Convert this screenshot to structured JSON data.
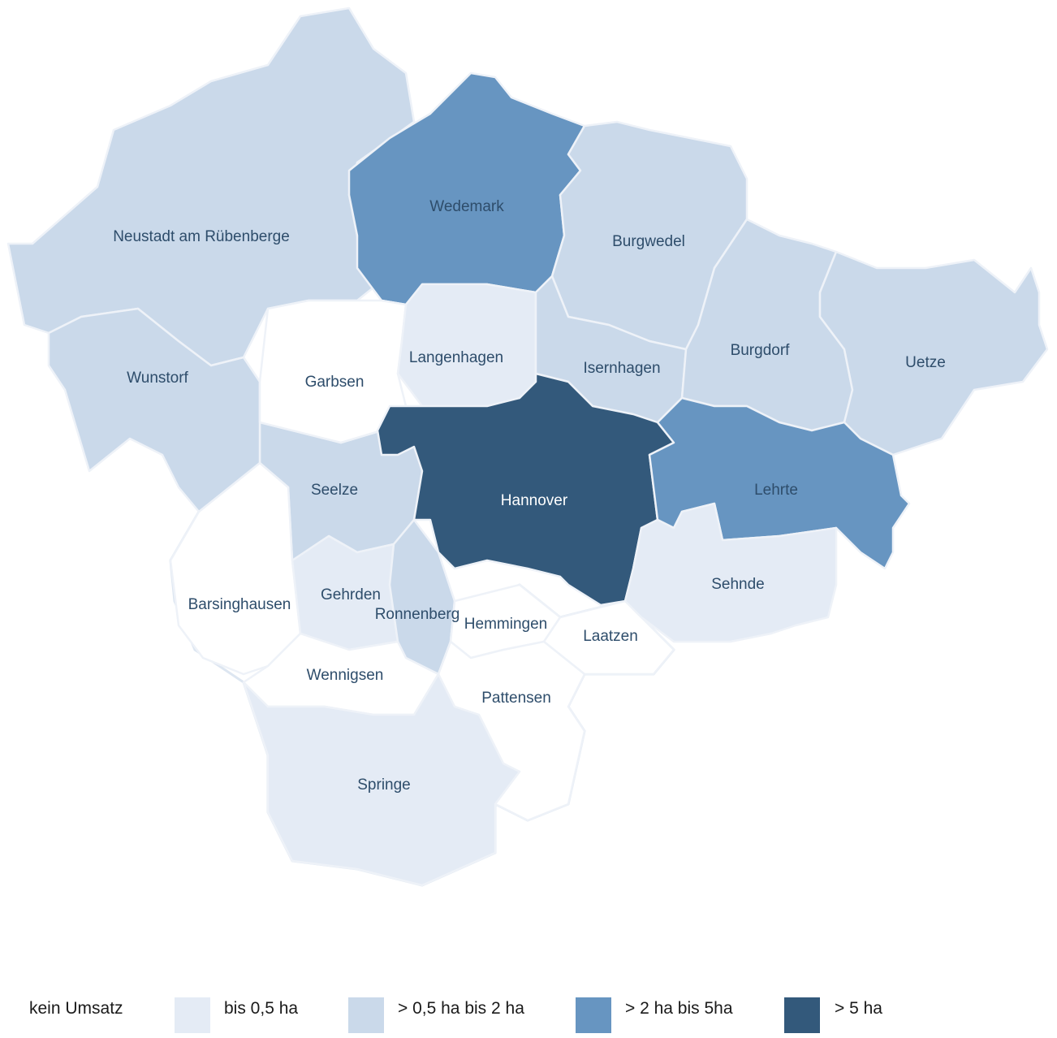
{
  "colors": {
    "kein": "#ffffff",
    "c1": "#e4ebf5",
    "c2": "#cad9ea",
    "c3": "#6795c1",
    "c4": "#33597b",
    "border": "#eef2f8",
    "label_dark": "#2e4d6b",
    "label_light": "#ffffff"
  },
  "regions": [
    {
      "name": "Neustadt am Rübenberge",
      "class": "c2"
    },
    {
      "name": "Wedemark",
      "class": "c3"
    },
    {
      "name": "Burgwedel",
      "class": "c2"
    },
    {
      "name": "Wunstorf",
      "class": "c2"
    },
    {
      "name": "Garbsen",
      "class": "kein"
    },
    {
      "name": "Langenhagen",
      "class": "c1"
    },
    {
      "name": "Isernhagen",
      "class": "c2"
    },
    {
      "name": "Burgdorf",
      "class": "c2"
    },
    {
      "name": "Uetze",
      "class": "c2"
    },
    {
      "name": "Hannover",
      "class": "c4"
    },
    {
      "name": "Lehrte",
      "class": "c3"
    },
    {
      "name": "Seelze",
      "class": "c1"
    },
    {
      "name": "Sehnde",
      "class": "c2"
    },
    {
      "name": "Barsinghausen",
      "class": "kein"
    },
    {
      "name": "Gehrden",
      "class": "c1"
    },
    {
      "name": "Ronnenberg",
      "class": "c2"
    },
    {
      "name": "Hemmingen",
      "class": "kein"
    },
    {
      "name": "Laatzen",
      "class": "kein"
    },
    {
      "name": "Wennigsen",
      "class": "kein"
    },
    {
      "name": "Pattensen",
      "class": "kein"
    },
    {
      "name": "Springe",
      "class": "c1"
    }
  ],
  "legend": [
    {
      "label": "kein Umsatz",
      "class": "kein"
    },
    {
      "label": "bis 0,5 ha",
      "class": "c1"
    },
    {
      "label": "> 0,5 ha bis 2 ha",
      "class": "c2"
    },
    {
      "label": "> 2 ha bis 5ha",
      "class": "c3"
    },
    {
      "label": "> 5 ha",
      "class": "c4"
    }
  ]
}
